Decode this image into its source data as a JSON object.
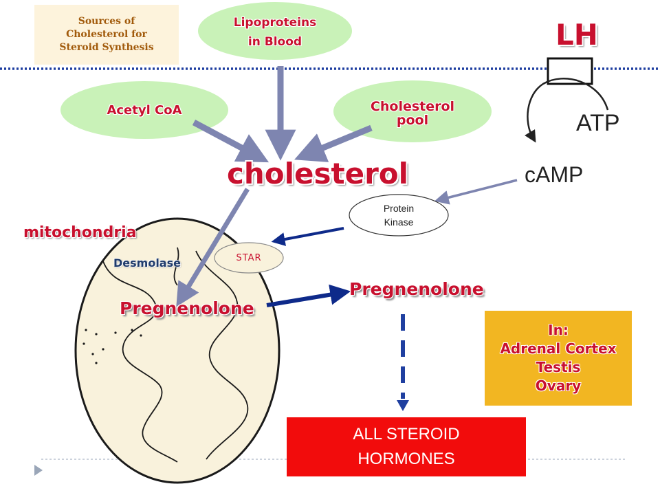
{
  "sources_box": {
    "line1": "Sources of",
    "line2": "Cholesterol for",
    "line3": "Steroid Synthesis"
  },
  "lipoproteins": {
    "line1": "Lipoproteins",
    "line2": "in Blood"
  },
  "acetyl_coa": "Acetyl CoA",
  "cholesterol_pool": {
    "line1": "Cholesterol",
    "line2": "pool"
  },
  "lh": "LH",
  "atp": "ATP",
  "camp": "cAMP",
  "cholesterol": "cholesterol",
  "protein_kinase": {
    "line1": "Protein",
    "line2": "Kinase"
  },
  "mitochondria": "mitochondria",
  "desmolase": "Desmolase",
  "star": "STAR",
  "pregnenolone_inner": "Pregnenolone",
  "pregnenolone_outer": "Pregnenolone",
  "locations": {
    "header": "In:",
    "items": [
      "Adrenal Cortex",
      "Testis",
      "Ovary"
    ]
  },
  "result": {
    "line1": "ALL STEROID",
    "line2": "HORMONES"
  },
  "colors": {
    "label_red": "#c8102e",
    "oval_green": "#c9f2b8",
    "arrow_slate": "#7e85b0",
    "arrow_navy": "#0e2a8a",
    "dash_navy": "#1f3fa0",
    "mito_fill": "#f9f2dc",
    "box_orange": "#f2b622",
    "box_red": "#f20c0c"
  }
}
